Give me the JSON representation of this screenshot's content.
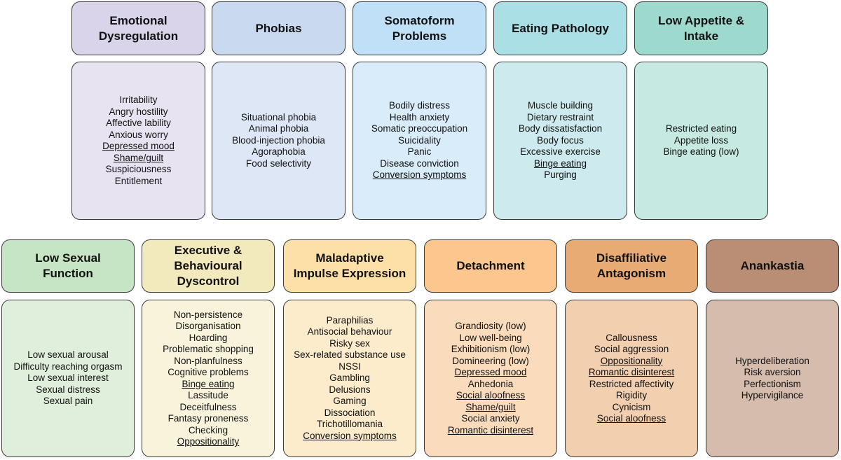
{
  "row1": [
    {
      "title": [
        "Emotional",
        "Dysregulation"
      ],
      "header_color": "#d9d4ea",
      "body_color": "#e7e3f1",
      "items": [
        {
          "text": "Irritability",
          "u": false
        },
        {
          "text": "Angry hostility",
          "u": false
        },
        {
          "text": "Affective lability",
          "u": false
        },
        {
          "text": "Anxious worry",
          "u": false
        },
        {
          "text": "Depressed mood",
          "u": true
        },
        {
          "text": "Shame/guilt",
          "u": true
        },
        {
          "text": "Suspiciousness",
          "u": false
        },
        {
          "text": "Entitlement",
          "u": false
        }
      ]
    },
    {
      "title": [
        "Phobias"
      ],
      "header_color": "#c9d9f0",
      "body_color": "#dde7f5",
      "items": [
        {
          "text": "Situational phobia",
          "u": false
        },
        {
          "text": "Animal phobia",
          "u": false
        },
        {
          "text": "Blood-injection phobia",
          "u": false
        },
        {
          "text": "Agoraphobia",
          "u": false
        },
        {
          "text": "Food selectivity",
          "u": false
        }
      ]
    },
    {
      "title": [
        "Somatoform",
        "Problems"
      ],
      "header_color": "#bfe0f6",
      "body_color": "#d8ecf9",
      "items": [
        {
          "text": "Bodily distress",
          "u": false
        },
        {
          "text": "Health anxiety",
          "u": false
        },
        {
          "text": "Somatic preoccupation",
          "u": false
        },
        {
          "text": "Suicidality",
          "u": false
        },
        {
          "text": "Panic",
          "u": false
        },
        {
          "text": "Disease conviction",
          "u": false
        },
        {
          "text": "Conversion symptoms",
          "u": true
        }
      ]
    },
    {
      "title": [
        "Eating Pathology"
      ],
      "header_color": "#aadfe6",
      "body_color": "#cdeaee",
      "items": [
        {
          "text": "Muscle building",
          "u": false
        },
        {
          "text": "Dietary restraint",
          "u": false
        },
        {
          "text": "Body dissatisfaction",
          "u": false
        },
        {
          "text": "Body focus",
          "u": false
        },
        {
          "text": "Excessive exercise",
          "u": false
        },
        {
          "text": "Binge eating",
          "u": true
        },
        {
          "text": "Purging",
          "u": false
        }
      ]
    },
    {
      "title": [
        "Low Appetite &",
        "Intake"
      ],
      "header_color": "#9ed9ce",
      "body_color": "#c6e9e2",
      "items": [
        {
          "text": "Restricted eating",
          "u": false
        },
        {
          "text": "Appetite loss",
          "u": false
        },
        {
          "text": "Binge eating (low)",
          "u": false
        }
      ]
    }
  ],
  "row2": [
    {
      "title": [
        "Low Sexual",
        "Function"
      ],
      "header_color": "#c6e5c5",
      "body_color": "#e0efdc",
      "items": [
        {
          "text": "Low sexual arousal",
          "u": false
        },
        {
          "text": "Difficulty reaching orgasm",
          "u": false
        },
        {
          "text": "Low sexual interest",
          "u": false
        },
        {
          "text": "Sexual distress",
          "u": false
        },
        {
          "text": "Sexual pain",
          "u": false
        }
      ]
    },
    {
      "title": [
        "Executive &",
        "Behavioural",
        "Dyscontrol"
      ],
      "header_color": "#f2e9bd",
      "body_color": "#f8f3da",
      "items": [
        {
          "text": "Non-persistence",
          "u": false
        },
        {
          "text": "Disorganisation",
          "u": false
        },
        {
          "text": "Hoarding",
          "u": false
        },
        {
          "text": "Problematic shopping",
          "u": false
        },
        {
          "text": "Non-planfulness",
          "u": false
        },
        {
          "text": "Cognitive problems",
          "u": false
        },
        {
          "text": "Binge eating",
          "u": true
        },
        {
          "text": "Lassitude",
          "u": false
        },
        {
          "text": "Deceitfulness",
          "u": false
        },
        {
          "text": "Fantasy proneness",
          "u": false
        },
        {
          "text": "Checking",
          "u": false
        },
        {
          "text": "Oppositionality",
          "u": true
        }
      ]
    },
    {
      "title": [
        "Maladaptive",
        "Impulse Expression"
      ],
      "header_color": "#fde0a8",
      "body_color": "#fdeccc",
      "items": [
        {
          "text": "Paraphilias",
          "u": false
        },
        {
          "text": "Antisocial behaviour",
          "u": false
        },
        {
          "text": "Risky sex",
          "u": false
        },
        {
          "text": "Sex-related substance use",
          "u": false
        },
        {
          "text": "NSSI",
          "u": false
        },
        {
          "text": "Gambling",
          "u": false
        },
        {
          "text": "Delusions",
          "u": false
        },
        {
          "text": "Gaming",
          "u": false
        },
        {
          "text": "Dissociation",
          "u": false
        },
        {
          "text": "Trichotillomania",
          "u": false
        },
        {
          "text": "Conversion symptoms",
          "u": true
        }
      ]
    },
    {
      "title": [
        "Detachment"
      ],
      "header_color": "#fbc78e",
      "body_color": "#fadcbd",
      "items": [
        {
          "text": "Grandiosity (low)",
          "u": false
        },
        {
          "text": "Low well-being",
          "u": false
        },
        {
          "text": "Exhibitionism (low)",
          "u": false
        },
        {
          "text": "Domineering (low)",
          "u": false
        },
        {
          "text": "Depressed mood",
          "u": true
        },
        {
          "text": "Anhedonia",
          "u": false
        },
        {
          "text": "Social aloofness",
          "u": true
        },
        {
          "text": "Shame/guilt",
          "u": true
        },
        {
          "text": "Social anxiety",
          "u": false
        },
        {
          "text": "Romantic disinterest",
          "u": true
        }
      ]
    },
    {
      "title": [
        "Disaffiliative",
        "Antagonism"
      ],
      "header_color": "#e8ab74",
      "body_color": "#f1cfaf",
      "items": [
        {
          "text": "Callousness",
          "u": false
        },
        {
          "text": "Social aggression",
          "u": false
        },
        {
          "text": "Oppositionality",
          "u": true
        },
        {
          "text": "Romantic disinterest",
          "u": true
        },
        {
          "text": "Restricted affectivity",
          "u": false
        },
        {
          "text": "Rigidity",
          "u": false
        },
        {
          "text": "Cynicism",
          "u": false
        },
        {
          "text": "Social aloofness",
          "u": true
        }
      ]
    },
    {
      "title": [
        "Anankastia"
      ],
      "header_color": "#b98e74",
      "body_color": "#d5bcad",
      "items": [
        {
          "text": "Hyperdeliberation",
          "u": false
        },
        {
          "text": "Risk aversion",
          "u": false
        },
        {
          "text": "Perfectionism",
          "u": false
        },
        {
          "text": "Hypervigilance",
          "u": false
        }
      ]
    }
  ]
}
